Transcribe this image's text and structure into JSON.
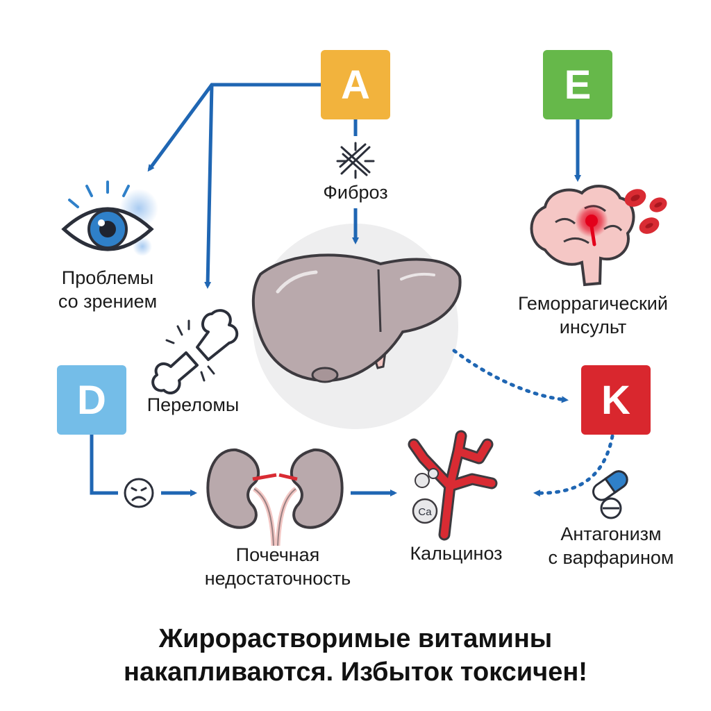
{
  "vitamins": {
    "a": {
      "letter": "A",
      "color": "#F2B33D"
    },
    "e": {
      "letter": "E",
      "color": "#66B84A"
    },
    "d": {
      "letter": "D",
      "color": "#74BDE8"
    },
    "k": {
      "letter": "K",
      "color": "#D9272E"
    }
  },
  "effects": {
    "vision": {
      "line1": "Проблемы",
      "line2": "со зрением"
    },
    "fibrosis": {
      "label": "Фиброз"
    },
    "stroke": {
      "line1": "Геморрагический",
      "line2": "инсульт"
    },
    "fractures": {
      "label": "Переломы"
    },
    "kidney": {
      "line1": "Почечная",
      "line2": "недостаточность"
    },
    "calcinosis": {
      "label": "Кальциноз"
    },
    "warfarin": {
      "line1": "Антагонизм",
      "line2": "с варфарином"
    },
    "calcium_badge": "Ca"
  },
  "footer": {
    "line1": "Жирорастворимые витамины",
    "line2": "накапливаются. Избыток токсичен!"
  },
  "colors": {
    "arrow": "#1F66B3",
    "liver": "#B9A9AC",
    "organ_outline": "#3D3A3F",
    "blood": "#D92B33",
    "eye_iris": "#2F80C9"
  }
}
